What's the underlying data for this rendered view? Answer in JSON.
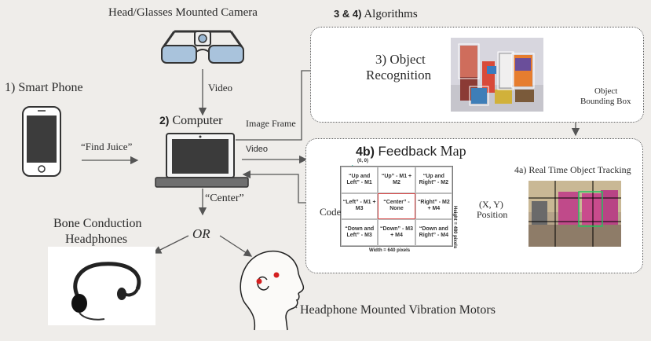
{
  "labels": {
    "camera": "Head/Glasses Mounted Camera",
    "algorithms": "Algorithms",
    "algorithms_num": "3 & 4)",
    "smart_phone": "1) Smart Phone",
    "video_vertical": "Video",
    "object_recognition_line1": "3) Object",
    "object_recognition_line2": "Recognition",
    "object_bbox_line1": "Object",
    "object_bbox_line2": "Bounding Box",
    "computer_num": "2)",
    "computer": "Computer",
    "image_frame": "Image Frame",
    "video_horizontal": "Video",
    "find_juice": "“Find Juice”",
    "center": "“Center”",
    "feedback_num": "4b)",
    "feedback_map": "Feedback",
    "feedback_map2": "Map",
    "real_time_tracking": "4a) Real Time Object Tracking",
    "xy_line1": "(X, Y)",
    "xy_line2": "Position",
    "code": "Code",
    "or": "OR",
    "bone_line1": "Bone Conduction",
    "bone_line2": "Headphones",
    "vibration": "Headphone Mounted Vibration Motors"
  },
  "feedback_grid": {
    "origin": "(0, 0)",
    "width_label": "Width = 640 pixels",
    "height_label": "Height = 480 pixels",
    "cells": [
      "“Up and Left” - M1",
      "“Up” - M1 + M2",
      "“Up and Right” - M2",
      "“Left” - M1 + M3",
      "“Center” - None",
      "“Right” - M2 + M4",
      "“Down and Left” - M3",
      "“Down” - M3 + M4",
      "“Down and Right” - M4"
    ]
  },
  "colors": {
    "background": "#efedea",
    "glasses_lens": "#a9c3dc",
    "feedback_highlight": "#d94a4a",
    "motor_dot": "#d42020",
    "origin_arrow": "#2ab0a0"
  }
}
